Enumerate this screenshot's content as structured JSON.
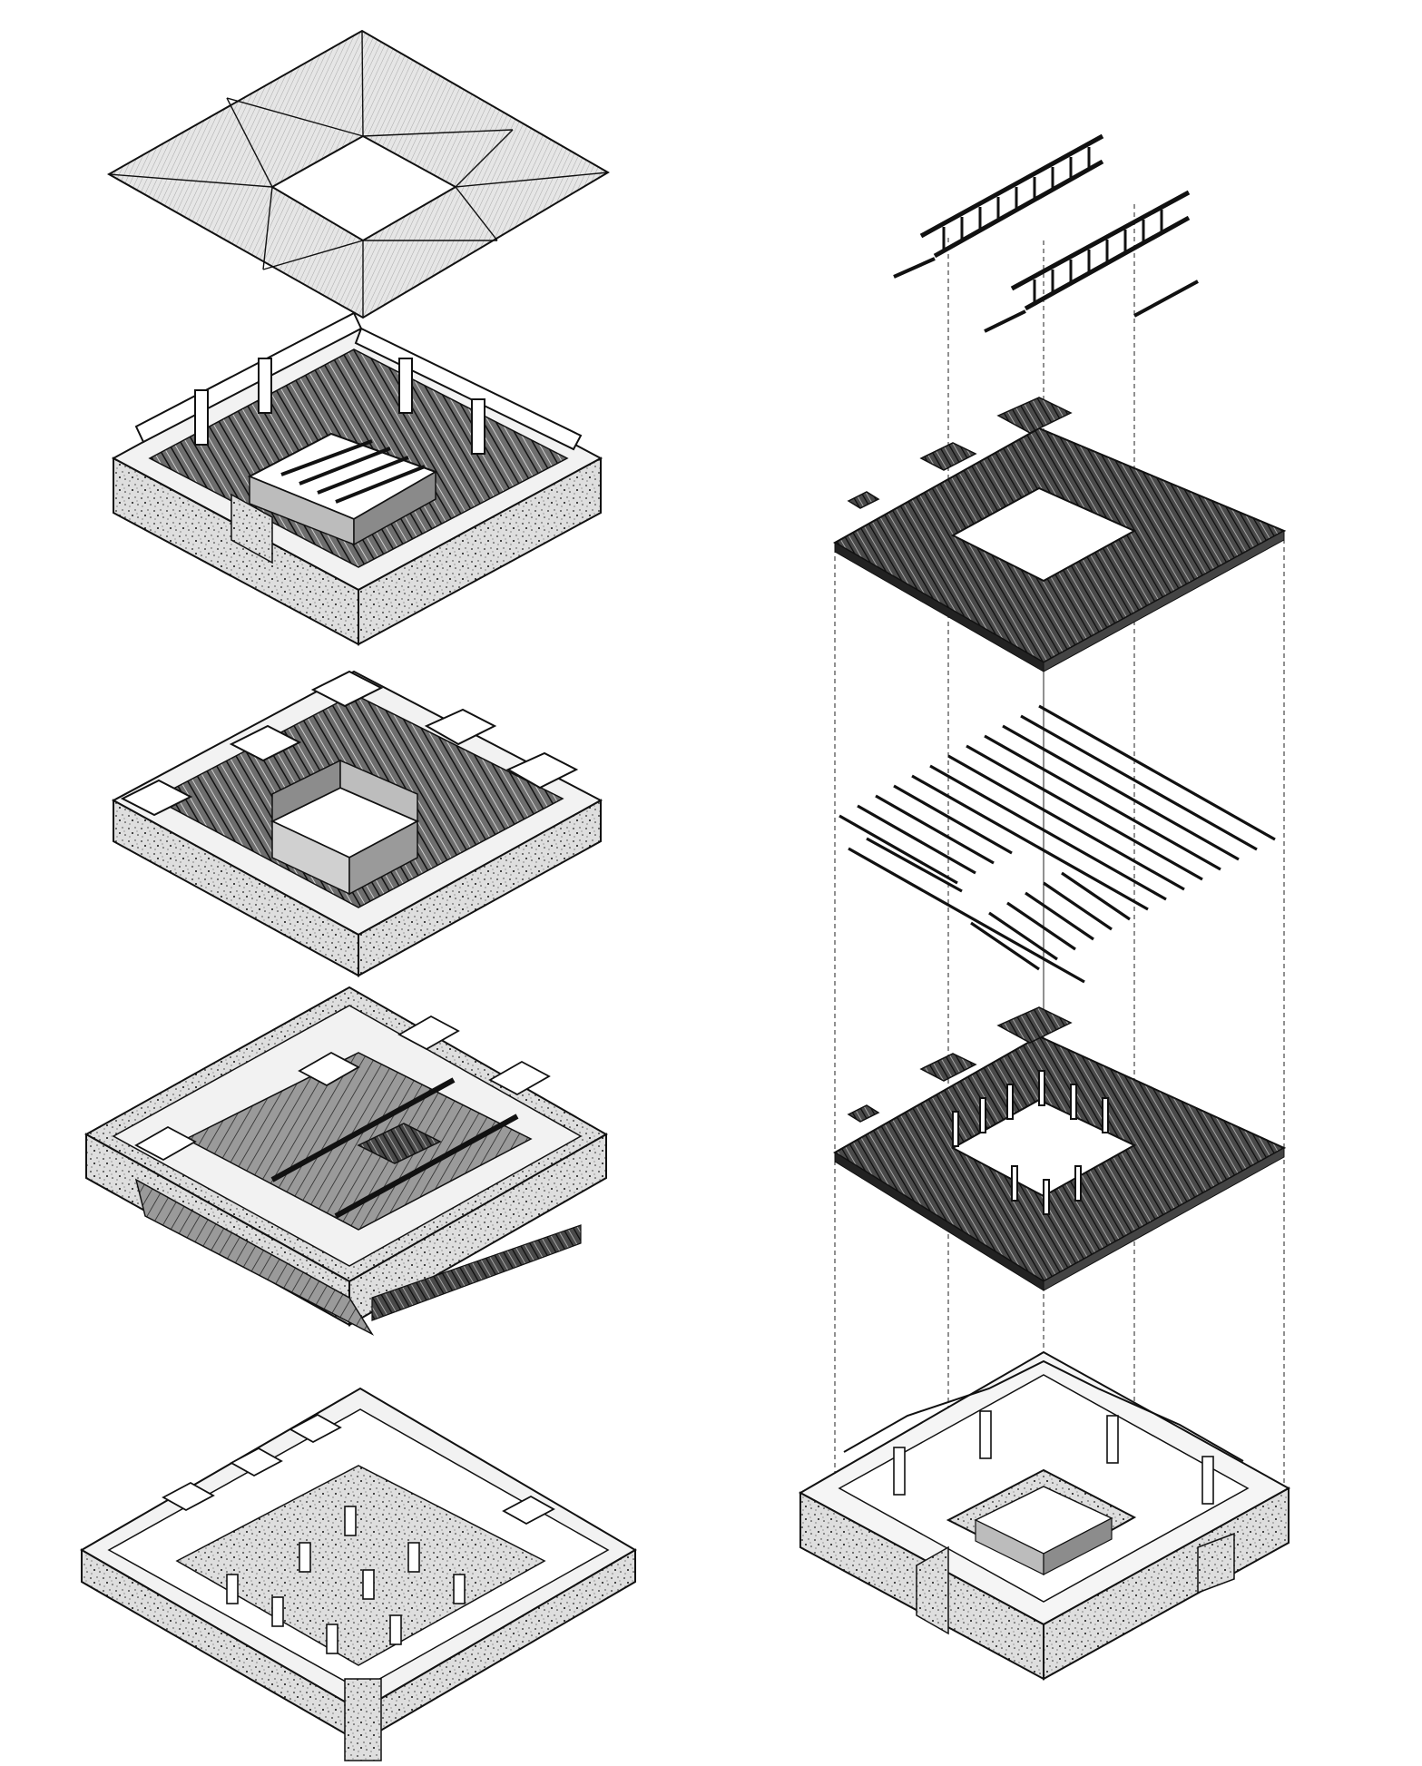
{
  "diagram": {
    "title": "",
    "columns": [
      {
        "column": "left",
        "layers": [
          {
            "id": "roof-canopy",
            "kind": "folded-roof",
            "opening": true
          },
          {
            "id": "upper-storey",
            "kind": "walls-joists-courtyard",
            "opening": true
          },
          {
            "id": "middle-storey",
            "kind": "walls-pavilions-courtyard",
            "opening": true
          },
          {
            "id": "ground-storey",
            "kind": "walls-slab-stair",
            "opening": false
          },
          {
            "id": "foundation",
            "kind": "base-slab-footings",
            "opening": false
          }
        ]
      },
      {
        "column": "right",
        "layers": [
          {
            "id": "roof-trusses",
            "kind": "ladder-trusses",
            "count": 2
          },
          {
            "id": "upper-framing",
            "kind": "hatched-floor-frame",
            "opening": true
          },
          {
            "id": "joist-layer",
            "kind": "line-joists",
            "opening": true
          },
          {
            "id": "lower-framing",
            "kind": "hatched-floor-frame-with-posts",
            "opening": true
          },
          {
            "id": "perimeter-walls",
            "kind": "walls-with-inner-court",
            "opening": true
          }
        ]
      }
    ],
    "connectors": {
      "style": "dashed",
      "count": 6
    },
    "colors": {
      "ink": "#111111",
      "paper": "#ffffff",
      "roof_fill": "#e4e4e4",
      "concrete_fill": "#dcdcdc",
      "dark_fill": "#3a3a3a",
      "mid_fill": "#8c8c8c",
      "wall_light": "#f3f3f3"
    }
  }
}
